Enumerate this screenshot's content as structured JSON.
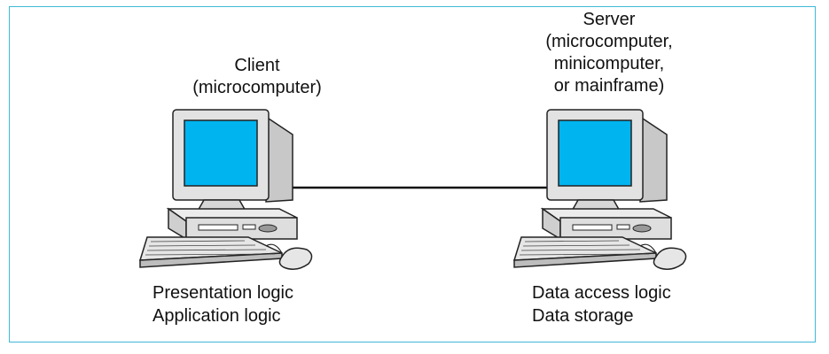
{
  "client": {
    "title_lines": [
      "Client",
      "(microcomputer)"
    ],
    "caption_lines": [
      "Presentation logic",
      "Application logic"
    ]
  },
  "server": {
    "title_lines": [
      "Server",
      "(microcomputer,",
      "minicomputer,",
      "or mainframe)"
    ],
    "caption_lines": [
      "Data access logic",
      "Data storage"
    ]
  },
  "colors": {
    "frame": "#3fb8d8",
    "screen": "#00b4f0",
    "casing": "#dcdcdc",
    "outline": "#222222",
    "connection": "#111111"
  }
}
